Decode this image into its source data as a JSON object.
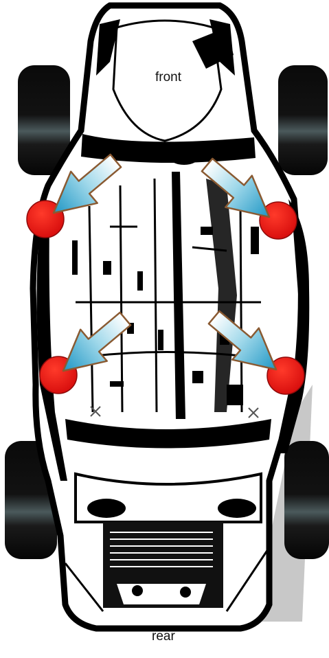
{
  "labels": {
    "front": "front",
    "rear": "rear"
  },
  "colors": {
    "lift_point": "#e01010",
    "arrow_fill": "#2aa0c8",
    "tire_dark": "#0b0b0b",
    "tire_highlight": "#4b5a5c",
    "underbody": "#000000"
  },
  "lift_points": [
    {
      "name": "front-left"
    },
    {
      "name": "front-right"
    },
    {
      "name": "rear-left"
    },
    {
      "name": "rear-right"
    }
  ],
  "wheels": [
    {
      "name": "front-left"
    },
    {
      "name": "front-right"
    },
    {
      "name": "rear-left"
    },
    {
      "name": "rear-right"
    }
  ]
}
